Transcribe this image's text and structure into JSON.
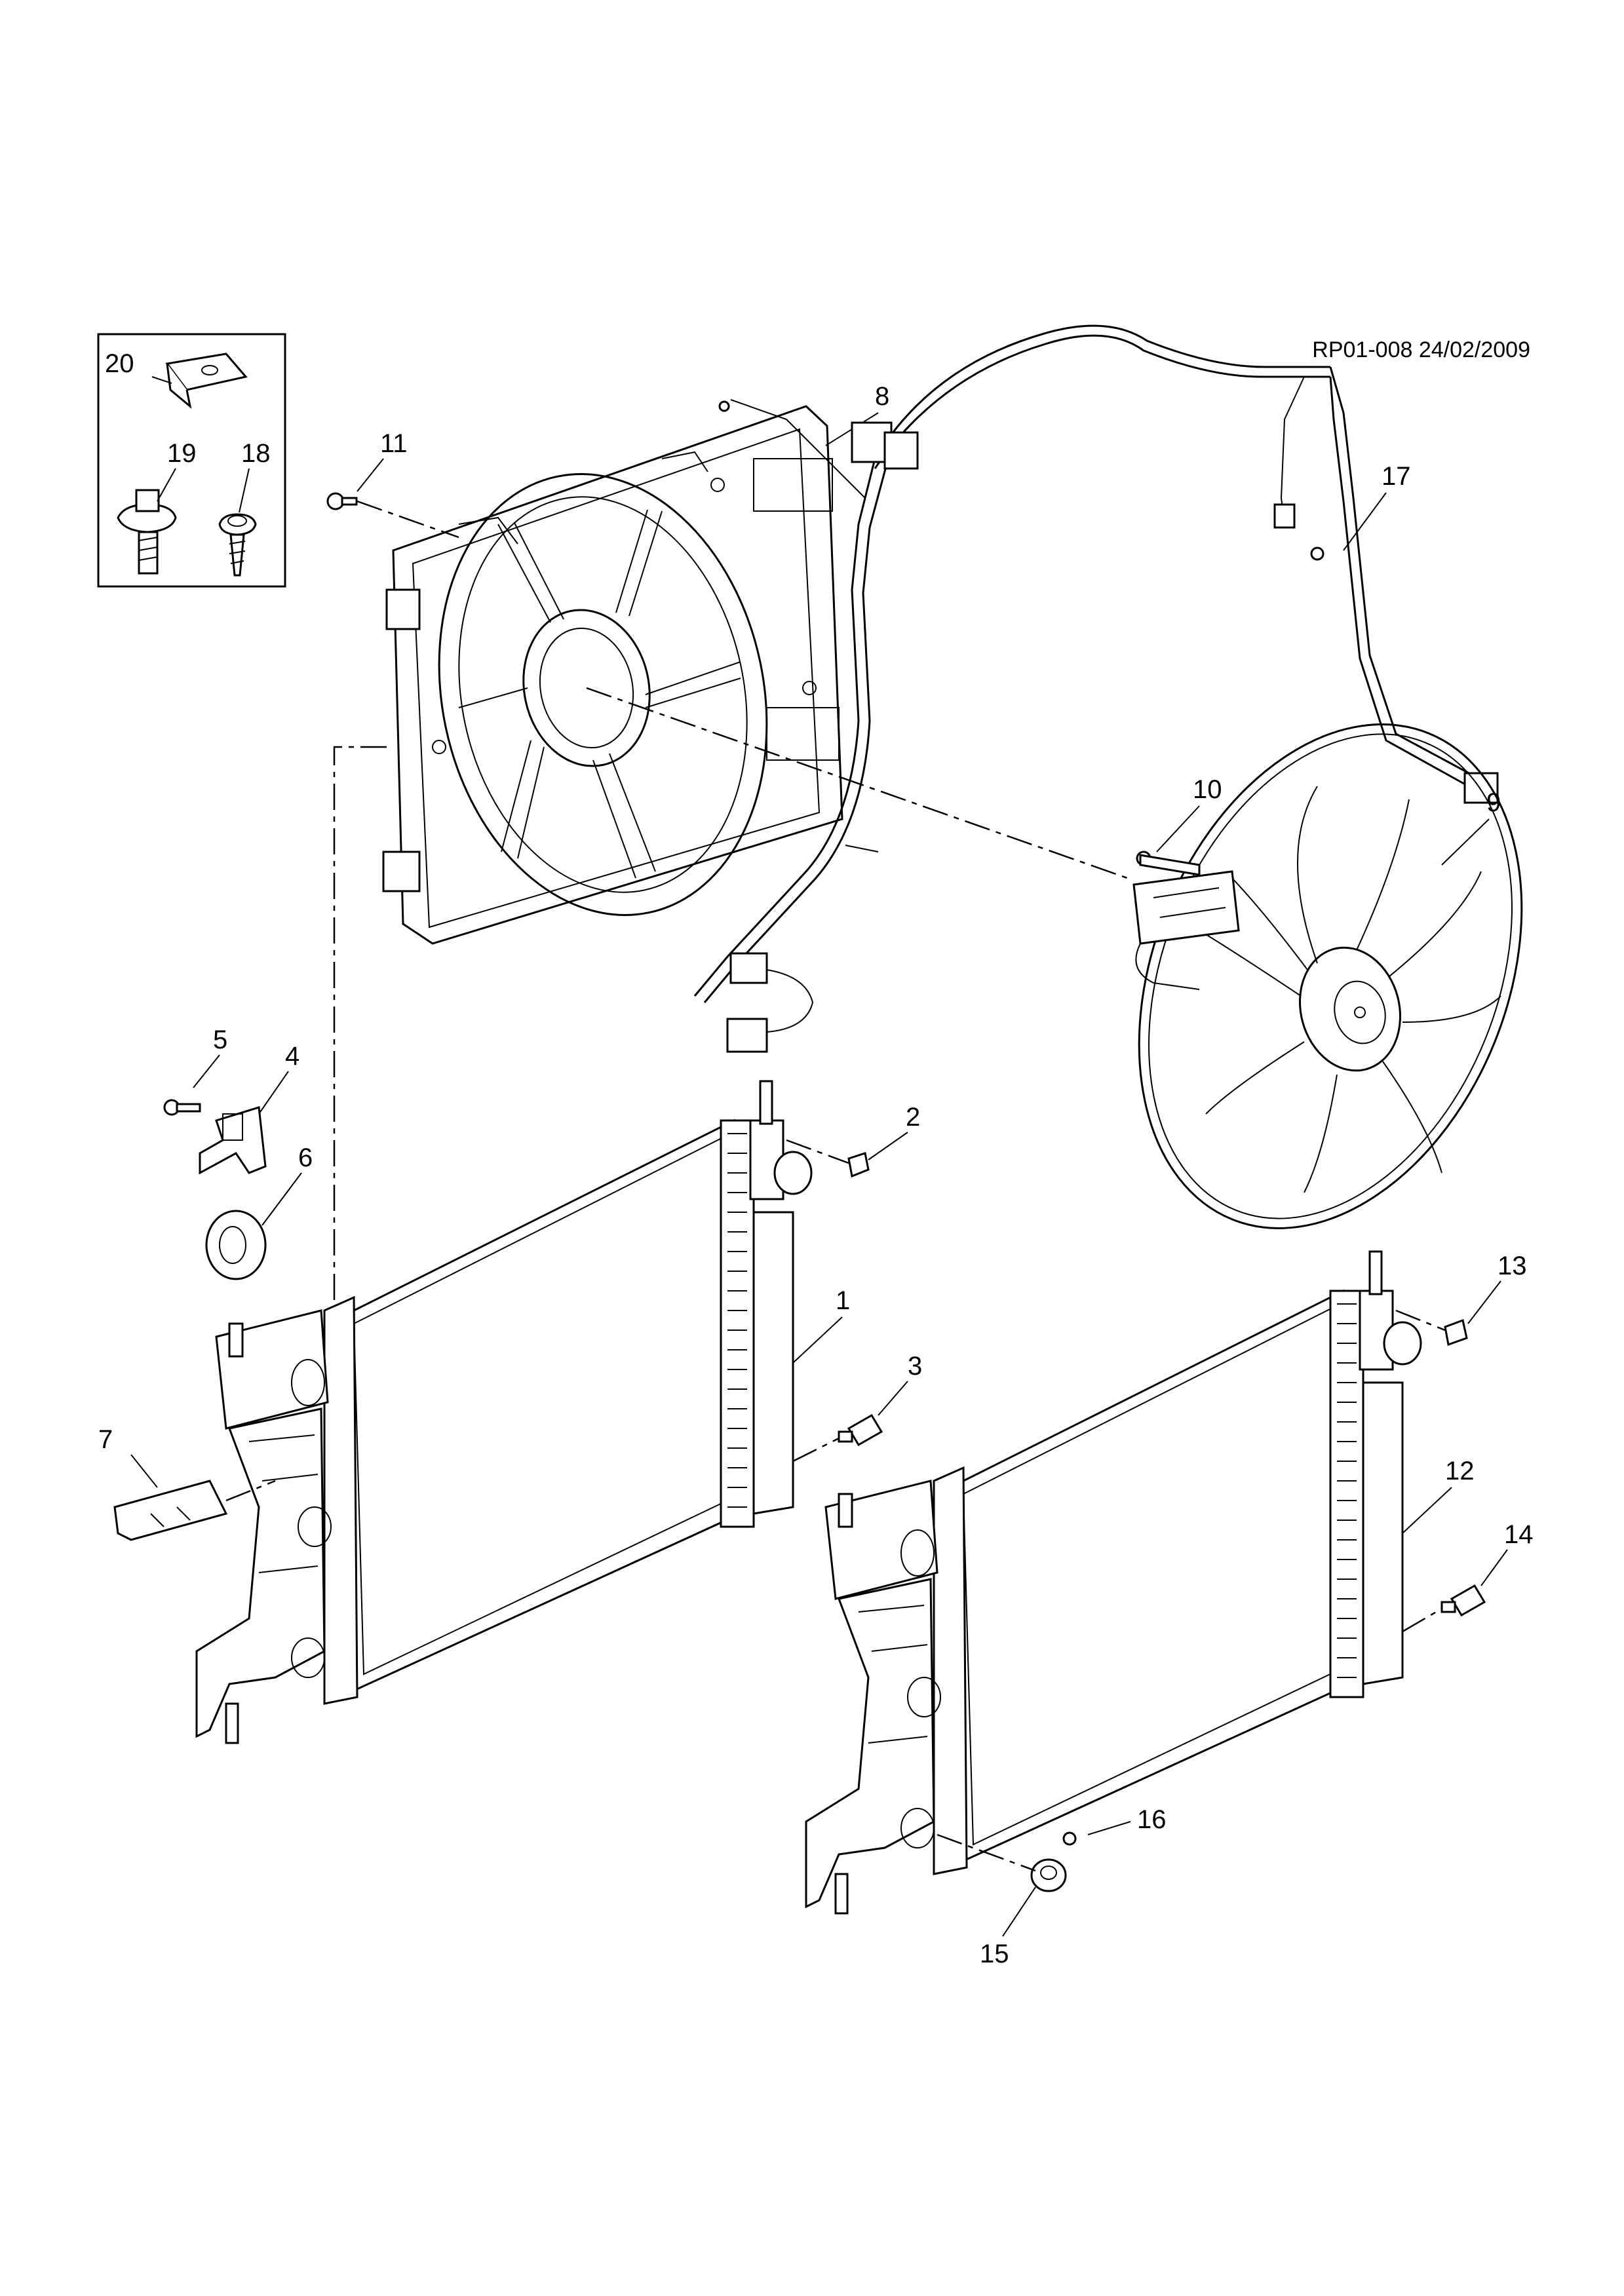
{
  "reference": "RP01-008 24/02/2009",
  "callouts": [
    "1",
    "2",
    "3",
    "4",
    "5",
    "6",
    "7",
    "8",
    "9",
    "10",
    "11",
    "12",
    "13",
    "14",
    "15",
    "16",
    "17",
    "18",
    "19",
    "20"
  ],
  "icons": [
    "radiator",
    "fan-shroud",
    "fan-motor",
    "wiring-harness",
    "bolt",
    "bracket",
    "bushing",
    "clip",
    "sensor",
    "drain-plug"
  ]
}
